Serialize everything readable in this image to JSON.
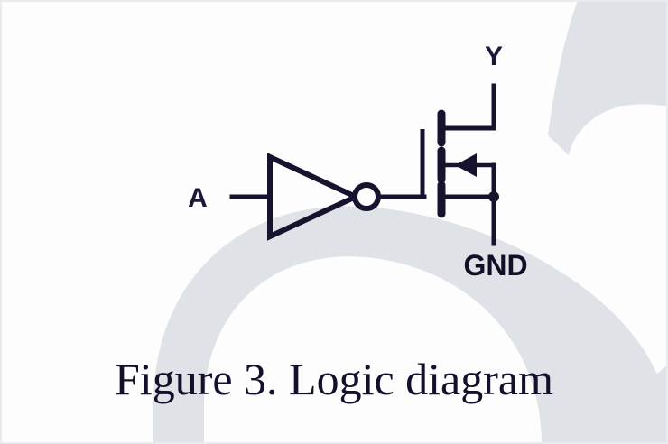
{
  "figure": {
    "caption": "Figure 3. Logic diagram",
    "background_color": "#fdfdfe",
    "ink_color": "#17122e",
    "watermark_color": "#dfe2e6"
  },
  "labels": {
    "input": "A",
    "output": "Y",
    "ground": "GND"
  },
  "components": [
    {
      "name": "inverter",
      "type": "logic-gate",
      "symbol": "NOT",
      "input_net": "A",
      "output_net": "gate"
    },
    {
      "name": "mosfet",
      "type": "transistor",
      "symbol": "MOSFET",
      "terminals": {
        "gate": "gate",
        "drain": "Y",
        "source": "GND"
      }
    }
  ],
  "nets": [
    {
      "name": "A",
      "label": "A"
    },
    {
      "name": "Y",
      "label": "Y"
    },
    {
      "name": "GND",
      "label": "GND"
    }
  ]
}
